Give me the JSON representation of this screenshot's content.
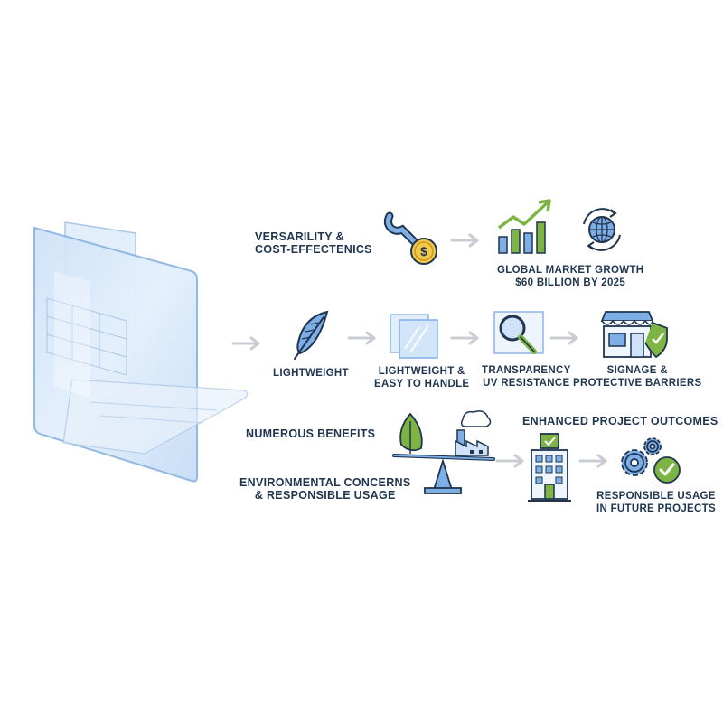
{
  "colors": {
    "navy": "#1f3550",
    "green": "#7db443",
    "blue": "#7eaee6",
    "gold": "#f3c94b",
    "arrow": "#c9cdd3"
  },
  "icons": [
    "acrylic-sheet-icon",
    "wrench-coin-icon",
    "growth-chart-icon",
    "globe-cycle-icon",
    "feather-icon",
    "sheets-icon",
    "magnifier-icon",
    "storefront-shield-icon",
    "leaf-factory-scale-icon",
    "building-icon",
    "gears-check-icon"
  ],
  "row1": {
    "left": [
      "Versarility &",
      "Cost-Effectenics"
    ],
    "right": [
      "Global Market Growth",
      "$60 Billion by 2025"
    ]
  },
  "row2": {
    "lightweight": "Lightweight",
    "easy": [
      "Lightweight &",
      "Easy to Handle"
    ],
    "transparency": [
      "Transparency",
      "UV Resistance"
    ],
    "signage": [
      "Signage &",
      "Protective Barriers"
    ]
  },
  "row3": {
    "benefits": "Numerous Benefits",
    "env": [
      "Environmental Concerns",
      "& Responsible Usage"
    ],
    "outcomes": "Enhanced Project Outcomes",
    "responsible": [
      "Responsible Usage",
      "in Future Projects"
    ]
  }
}
